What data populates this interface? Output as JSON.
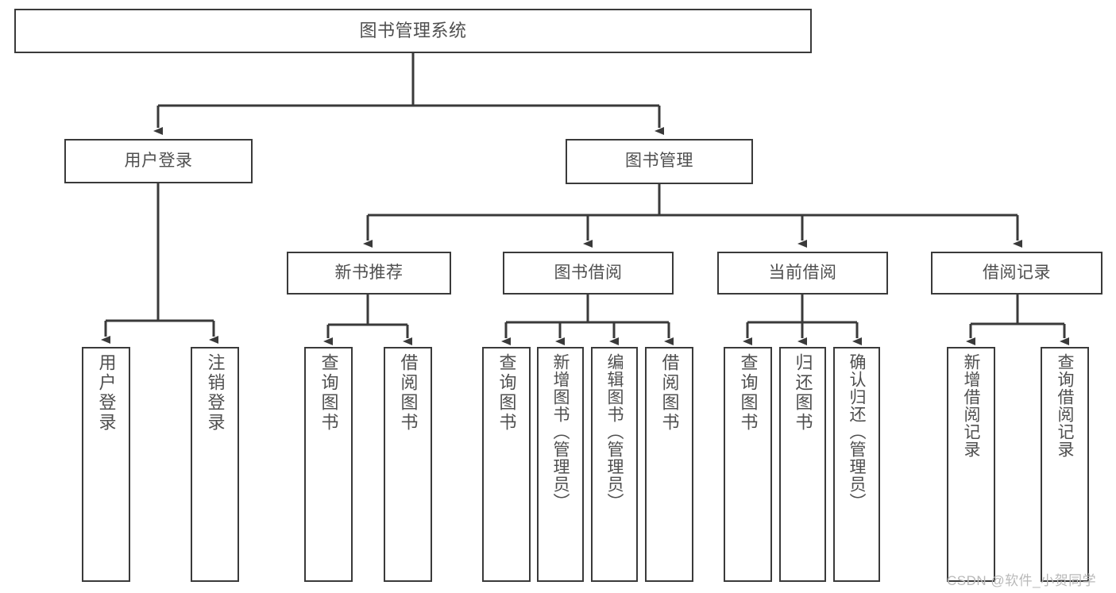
{
  "diagram": {
    "title": "图书管理系统",
    "watermark": "CSDN @软件_小贺同学",
    "colors": {
      "stroke": "#3a3a3a",
      "text": "#4f4f4f",
      "background": "#ffffff",
      "watermark": "#b9b9b9"
    },
    "nodes": {
      "root": {
        "label": "图书管理系统"
      },
      "level1": [
        {
          "id": "user-login",
          "label": "用户登录"
        },
        {
          "id": "book-manage",
          "label": "图书管理"
        }
      ],
      "level2": [
        {
          "id": "new-book-recommend",
          "label": "新书推荐"
        },
        {
          "id": "book-borrow",
          "label": "图书借阅"
        },
        {
          "id": "current-borrow",
          "label": "当前借阅"
        },
        {
          "id": "borrow-record",
          "label": "借阅记录"
        }
      ],
      "leaves": {
        "user_login": [
          {
            "id": "leaf-user-login",
            "label": "用户登录"
          },
          {
            "id": "leaf-logout-login",
            "label": "注销登录"
          }
        ],
        "new_book_recommend": [
          {
            "id": "leaf-query-book-1",
            "label": "查询图书"
          },
          {
            "id": "leaf-borrow-book-1",
            "label": "借阅图书"
          }
        ],
        "book_borrow": [
          {
            "id": "leaf-query-book-2",
            "label": "查询图书"
          },
          {
            "id": "leaf-add-book-admin",
            "label": "新增图书（管理员）"
          },
          {
            "id": "leaf-edit-book-admin",
            "label": "编辑图书（管理员）"
          },
          {
            "id": "leaf-borrow-book-2",
            "label": "借阅图书"
          }
        ],
        "current_borrow": [
          {
            "id": "leaf-query-book-3",
            "label": "查询图书"
          },
          {
            "id": "leaf-return-book",
            "label": "归还图书"
          },
          {
            "id": "leaf-confirm-return-admin",
            "label": "确认归还（管理员）"
          }
        ],
        "borrow_record": [
          {
            "id": "leaf-add-borrow-record",
            "label": "新增借阅记录"
          },
          {
            "id": "leaf-query-borrow-record",
            "label": "查询借阅记录"
          }
        ]
      }
    }
  }
}
